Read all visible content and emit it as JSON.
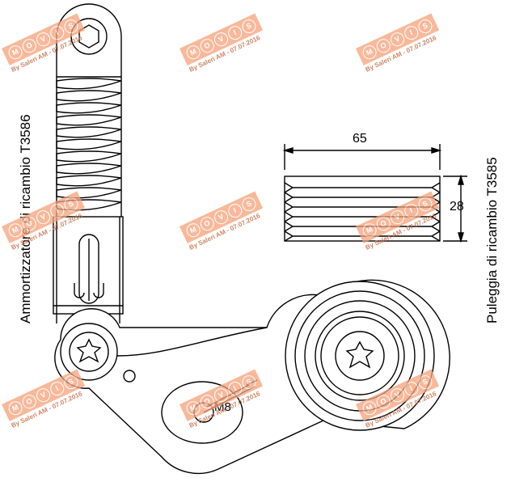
{
  "labels": {
    "left_vertical": "Ammortizzatore di ricambio T3586",
    "right_vertical": "Puleggia di ricambio T3585",
    "pulley_width": "65",
    "pulley_height": "28",
    "thread": "M8"
  },
  "watermark": {
    "brand_letters": [
      "M",
      "O",
      "V",
      "I",
      "S"
    ],
    "credit": "By Saleri AM - 07.07.2016",
    "color": "#f6a27a"
  }
}
